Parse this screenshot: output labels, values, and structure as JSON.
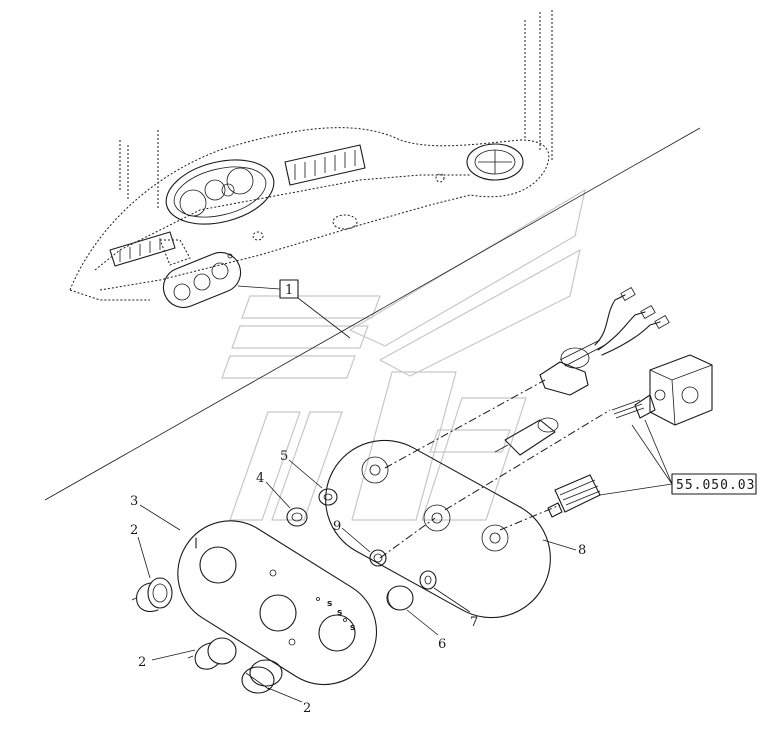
{
  "callouts": {
    "c1": "1",
    "c2a": "2",
    "c2b": "2",
    "c2c": "2",
    "c3": "3",
    "c4": "4",
    "c5": "5",
    "c6": "6",
    "c7": "7",
    "c8": "8",
    "c9": "9"
  },
  "reference": {
    "label": "55.050.03"
  },
  "panel_symbols": [
    "s",
    "s",
    "s"
  ]
}
